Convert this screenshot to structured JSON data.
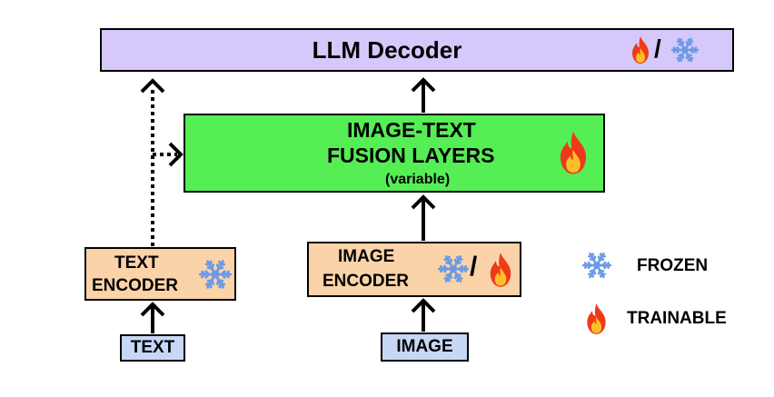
{
  "diagram": {
    "decoder": {
      "title": "LLM Decoder",
      "separator": "/",
      "icons": [
        "fire-icon",
        "snowflake-icon"
      ]
    },
    "fusion": {
      "line1": "IMAGE-TEXT",
      "line2": "FUSION LAYERS",
      "line3": "(variable)",
      "icons": [
        "fire-icon"
      ]
    },
    "text_encoder": {
      "line1": "TEXT",
      "line2": "ENCODER",
      "icons": [
        "snowflake-icon"
      ]
    },
    "image_encoder": {
      "line1": "IMAGE",
      "line2": "ENCODER",
      "separator": "/",
      "icons": [
        "snowflake-icon",
        "fire-icon"
      ]
    },
    "text_input": {
      "label": "TEXT"
    },
    "image_input": {
      "label": "IMAGE"
    },
    "legend": [
      {
        "icon": "snowflake-icon",
        "label": "FROZEN"
      },
      {
        "icon": "fire-icon",
        "label": "TRAINABLE"
      }
    ],
    "colors": {
      "decoder": "#d6c8fb",
      "fusion": "#55ee55",
      "encoder": "#fbd3a8",
      "input": "#c6d8f6",
      "snowflake": "#6a9be6",
      "fire_outer": "#ef3a1a",
      "fire_inner": "#fcbf2a"
    }
  }
}
